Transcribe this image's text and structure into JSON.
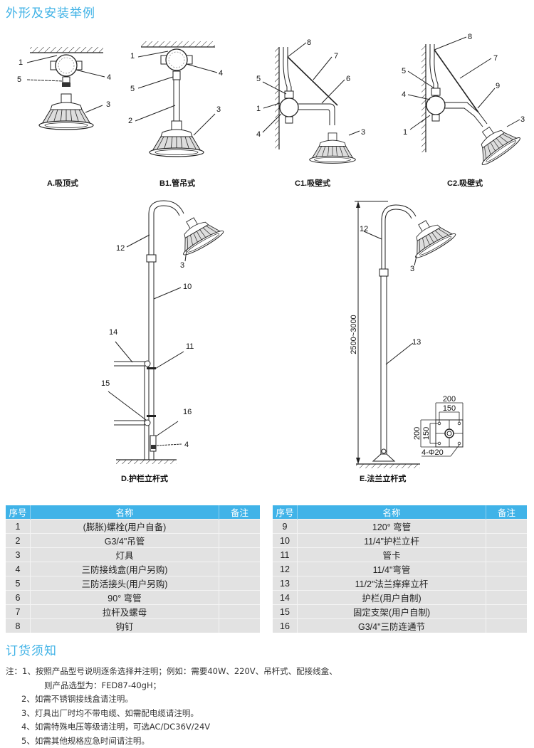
{
  "sections": {
    "installation_title": "外形及安装举例",
    "ordering_title": "订货须知"
  },
  "diagrams": {
    "captions": {
      "a": "A.吸顶式",
      "b1": "B1.管吊式",
      "c1": "C1.吸壁式",
      "c2": "C2.吸壁式",
      "d": "D.护栏立杆式",
      "e": "E.法兰立杆式"
    },
    "callouts": {
      "a": [
        "1",
        "5",
        "4",
        "3"
      ],
      "b1": [
        "1",
        "5",
        "2",
        "4",
        "3"
      ],
      "c1": [
        "8",
        "7",
        "6",
        "5",
        "1",
        "4",
        "3"
      ],
      "c2": [
        "8",
        "7",
        "5",
        "4",
        "9",
        "1",
        "3"
      ],
      "d": [
        "12",
        "3",
        "10",
        "14",
        "11",
        "15",
        "16",
        "4"
      ],
      "e": [
        "12",
        "3",
        "13"
      ]
    },
    "dimensions": {
      "height_range": "2500~3000",
      "flange_outer_w": "200",
      "flange_inner_w": "150",
      "flange_outer_h": "200",
      "flange_inner_h": "150",
      "holes": "4-Φ20"
    }
  },
  "parts_table": {
    "headers": {
      "no": "序号",
      "name": "名称",
      "remark": "备注"
    },
    "left_rows": [
      {
        "no": "1",
        "name": "(膨胀)螺栓(用户自备)",
        "remark": ""
      },
      {
        "no": "2",
        "name": "G3/4\"吊管",
        "remark": ""
      },
      {
        "no": "3",
        "name": "灯具",
        "remark": ""
      },
      {
        "no": "4",
        "name": "三防接线盒(用户另购)",
        "remark": ""
      },
      {
        "no": "5",
        "name": "三防活接头(用户另购)",
        "remark": ""
      },
      {
        "no": "6",
        "name": "90° 弯管",
        "remark": ""
      },
      {
        "no": "7",
        "name": "拉杆及螺母",
        "remark": ""
      },
      {
        "no": "8",
        "name": "钩钉",
        "remark": ""
      }
    ],
    "right_rows": [
      {
        "no": "9",
        "name": "120° 弯管",
        "remark": ""
      },
      {
        "no": "10",
        "name": "11/4\"护栏立杆",
        "remark": ""
      },
      {
        "no": "11",
        "name": "管卡",
        "remark": ""
      },
      {
        "no": "12",
        "name": "11/4\"弯管",
        "remark": ""
      },
      {
        "no": "13",
        "name": "11/2\"法兰痒痒立杆",
        "remark": ""
      },
      {
        "no": "14",
        "name": "护栏(用户自制)",
        "remark": ""
      },
      {
        "no": "15",
        "name": "固定支架(用户自制)",
        "remark": ""
      },
      {
        "no": "16",
        "name": "G3/4\"三防连通节",
        "remark": ""
      }
    ]
  },
  "notes": {
    "prefix": "注：",
    "items": [
      "1、按照产品型号说明逐条选择并注明；例如：需要40W、220V、吊杆式、配接线盒、",
      "则产品选型为：FED87-40gH；",
      "2、如需不锈钢接线盒请注明。",
      "3、灯具出厂时均不带电缆、如需配电缆请注明。",
      "4、如需特殊电压等级请注明，可选AC/DC36V/24V",
      "5、如需其他规格应急时间请注明。"
    ]
  },
  "colors": {
    "accent": "#3fb2e6",
    "table_header": "#40b3e8",
    "table_row": "#e2e2e2"
  }
}
